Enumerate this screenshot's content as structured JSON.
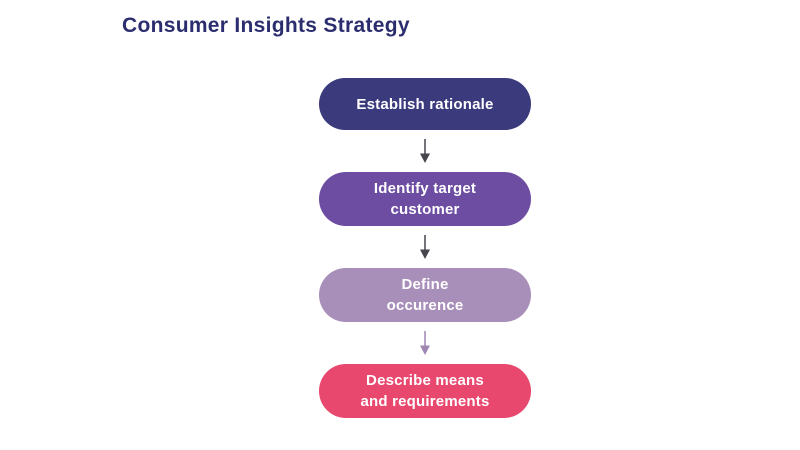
{
  "title": "Consumer Insights Strategy",
  "title_color": "#2b2d6e",
  "steps": [
    {
      "label": "Establish rationale",
      "color": "#3a3a7d"
    },
    {
      "label": "Identify target\ncustomer",
      "color": "#6c4da2"
    },
    {
      "label": "Define\noccurence",
      "color": "#a88fb9"
    },
    {
      "label": "Describe means\nand requirements",
      "color": "#e8476e"
    }
  ],
  "arrows": [
    {
      "color": "#45454d"
    },
    {
      "color": "#45454d"
    },
    {
      "color": "#9d87b2"
    }
  ]
}
